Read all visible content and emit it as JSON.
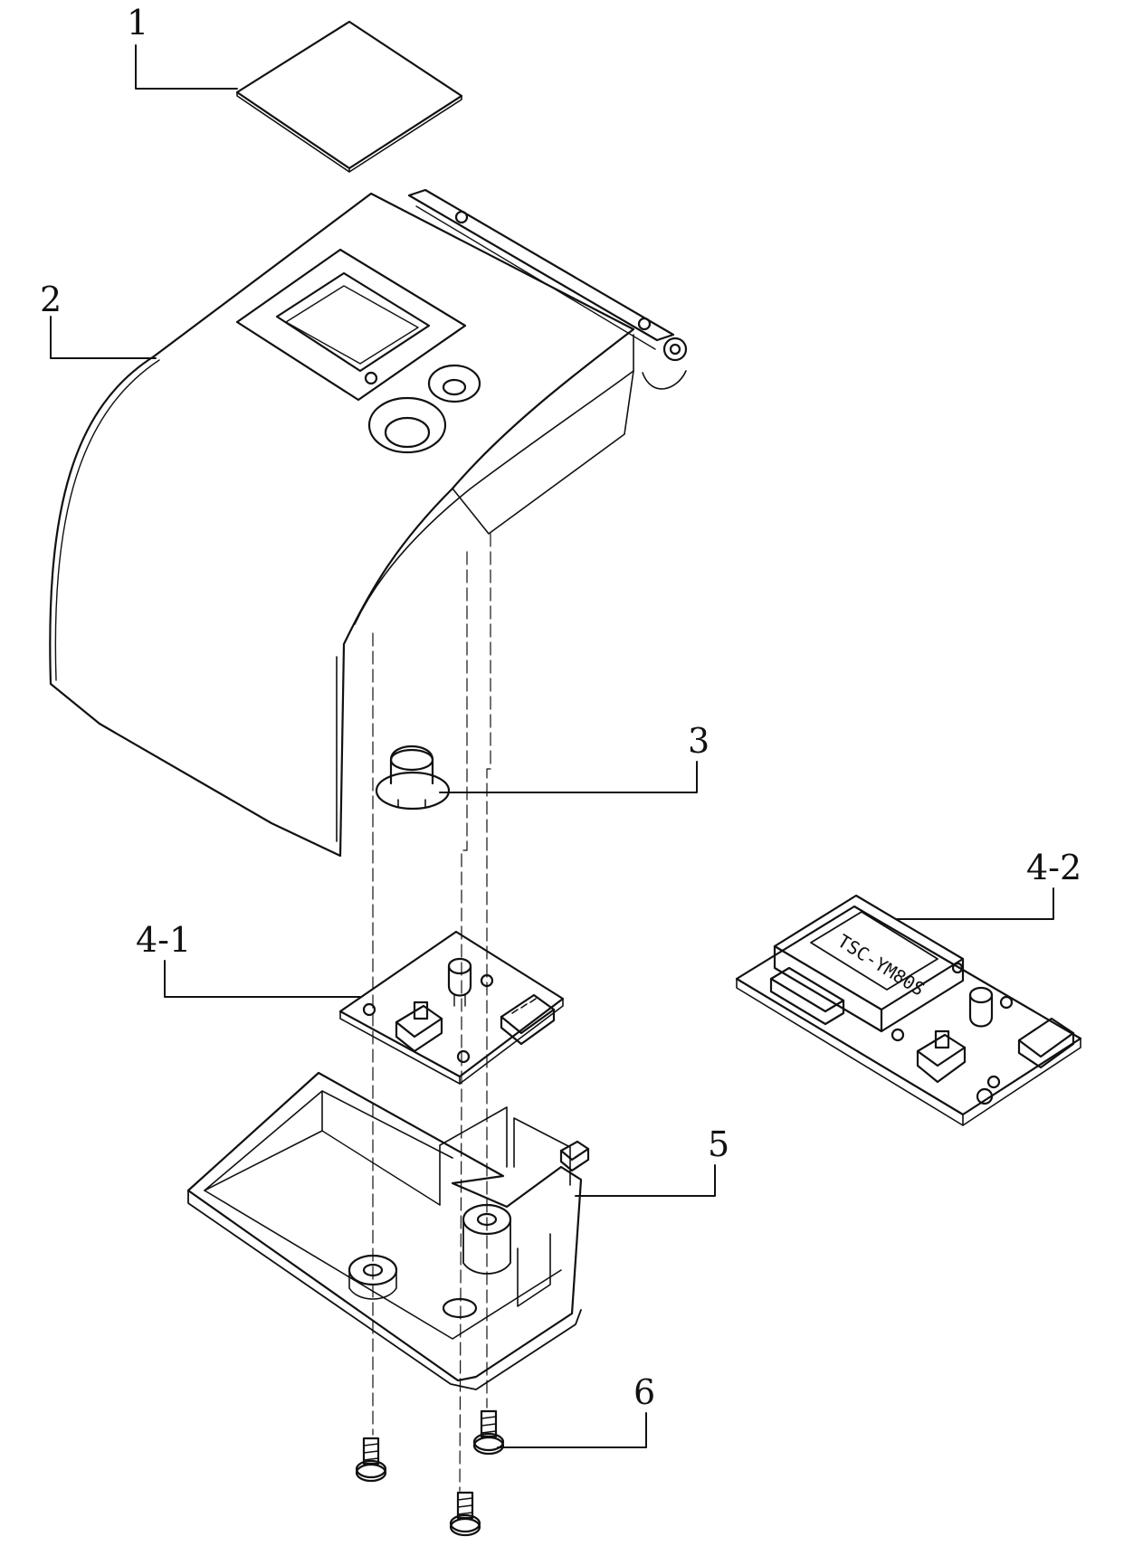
{
  "callouts": [
    {
      "id": "1",
      "label": "1"
    },
    {
      "id": "2",
      "label": "2"
    },
    {
      "id": "3",
      "label": "3"
    },
    {
      "id": "4-1",
      "label": "4-1"
    },
    {
      "id": "4-2",
      "label": "4-2"
    },
    {
      "id": "5",
      "label": "5"
    },
    {
      "id": "6",
      "label": "6"
    }
  ],
  "display_module_text": "TSC-YM80S"
}
